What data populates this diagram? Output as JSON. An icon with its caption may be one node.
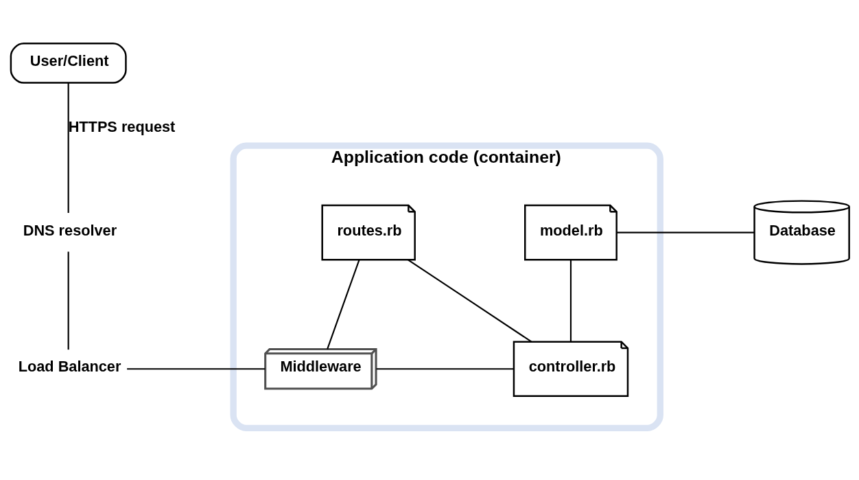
{
  "diagram": {
    "nodes": [
      {
        "text": [
          "User/Client"
        ]
      },
      {
        "text": [
          "DNS resolver"
        ]
      },
      {
        "text": [
          "Load Balancer"
        ]
      },
      {
        "text": [
          "Application code (container)"
        ]
      },
      {
        "text": [
          "routes.rb"
        ],
        "in": 3
      },
      {
        "text": [
          "model.rb"
        ],
        "in": 3
      },
      {
        "text": [
          "Middleware"
        ],
        "in": 3
      },
      {
        "text": [
          "controller.rb"
        ],
        "in": 3
      },
      {
        "text": [
          "Database"
        ]
      }
    ],
    "edges": [
      {
        "from": 0,
        "to": 1,
        "arrow": "none",
        "label": "HTTPS request"
      },
      {
        "from": 1,
        "to": 2,
        "arrow": "none"
      },
      {
        "from": 2,
        "to": 6,
        "arrow": "none"
      },
      {
        "from": 4,
        "to": 6,
        "arrow": "none"
      },
      {
        "from": 4,
        "to": 7,
        "arrow": "none"
      },
      {
        "from": 5,
        "to": 7,
        "arrow": "none"
      },
      {
        "from": 6,
        "to": 7,
        "arrow": "none"
      },
      {
        "from": 5,
        "to": 8,
        "arrow": "none"
      }
    ]
  }
}
